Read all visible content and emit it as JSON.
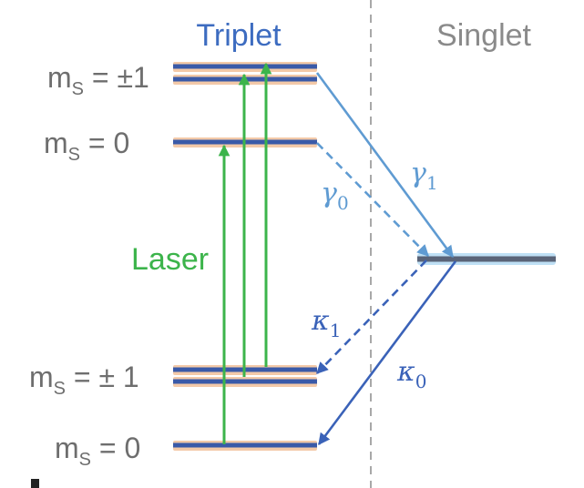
{
  "headers": {
    "triplet": "Triplet",
    "singlet": "Singlet"
  },
  "levels": {
    "excited_pm1": {
      "m": "m",
      "sub": "S",
      "rest": " = ±1"
    },
    "excited_0": {
      "m": "m",
      "sub": "S",
      "rest": " = 0"
    },
    "ground_pm1": {
      "m": "m",
      "sub": "S",
      "rest": " = ± 1"
    },
    "ground_0": {
      "m": "m",
      "sub": "S",
      "rest": " = 0"
    }
  },
  "laser": {
    "label": "Laser",
    "color": "#3cb44b"
  },
  "rates": {
    "gamma1": {
      "sym": "γ",
      "sub": "1"
    },
    "gamma0": {
      "sym": "γ",
      "sub": "0"
    },
    "kappa1": {
      "sym": "κ",
      "sub": "1"
    },
    "kappa0": {
      "sym": "κ",
      "sub": "0"
    }
  },
  "colors": {
    "triplet_text": "#3d6cc0",
    "singlet_text": "#8a8a8a",
    "label_text": "#6e6e6e",
    "level_fill": "#3a5aa8",
    "level_glow": "#f3c9a8",
    "upper_arrow": "#5f9bd2",
    "lower_arrow": "#3a62b8",
    "laser": "#3cb44b",
    "divider": "#a8a8a8"
  }
}
